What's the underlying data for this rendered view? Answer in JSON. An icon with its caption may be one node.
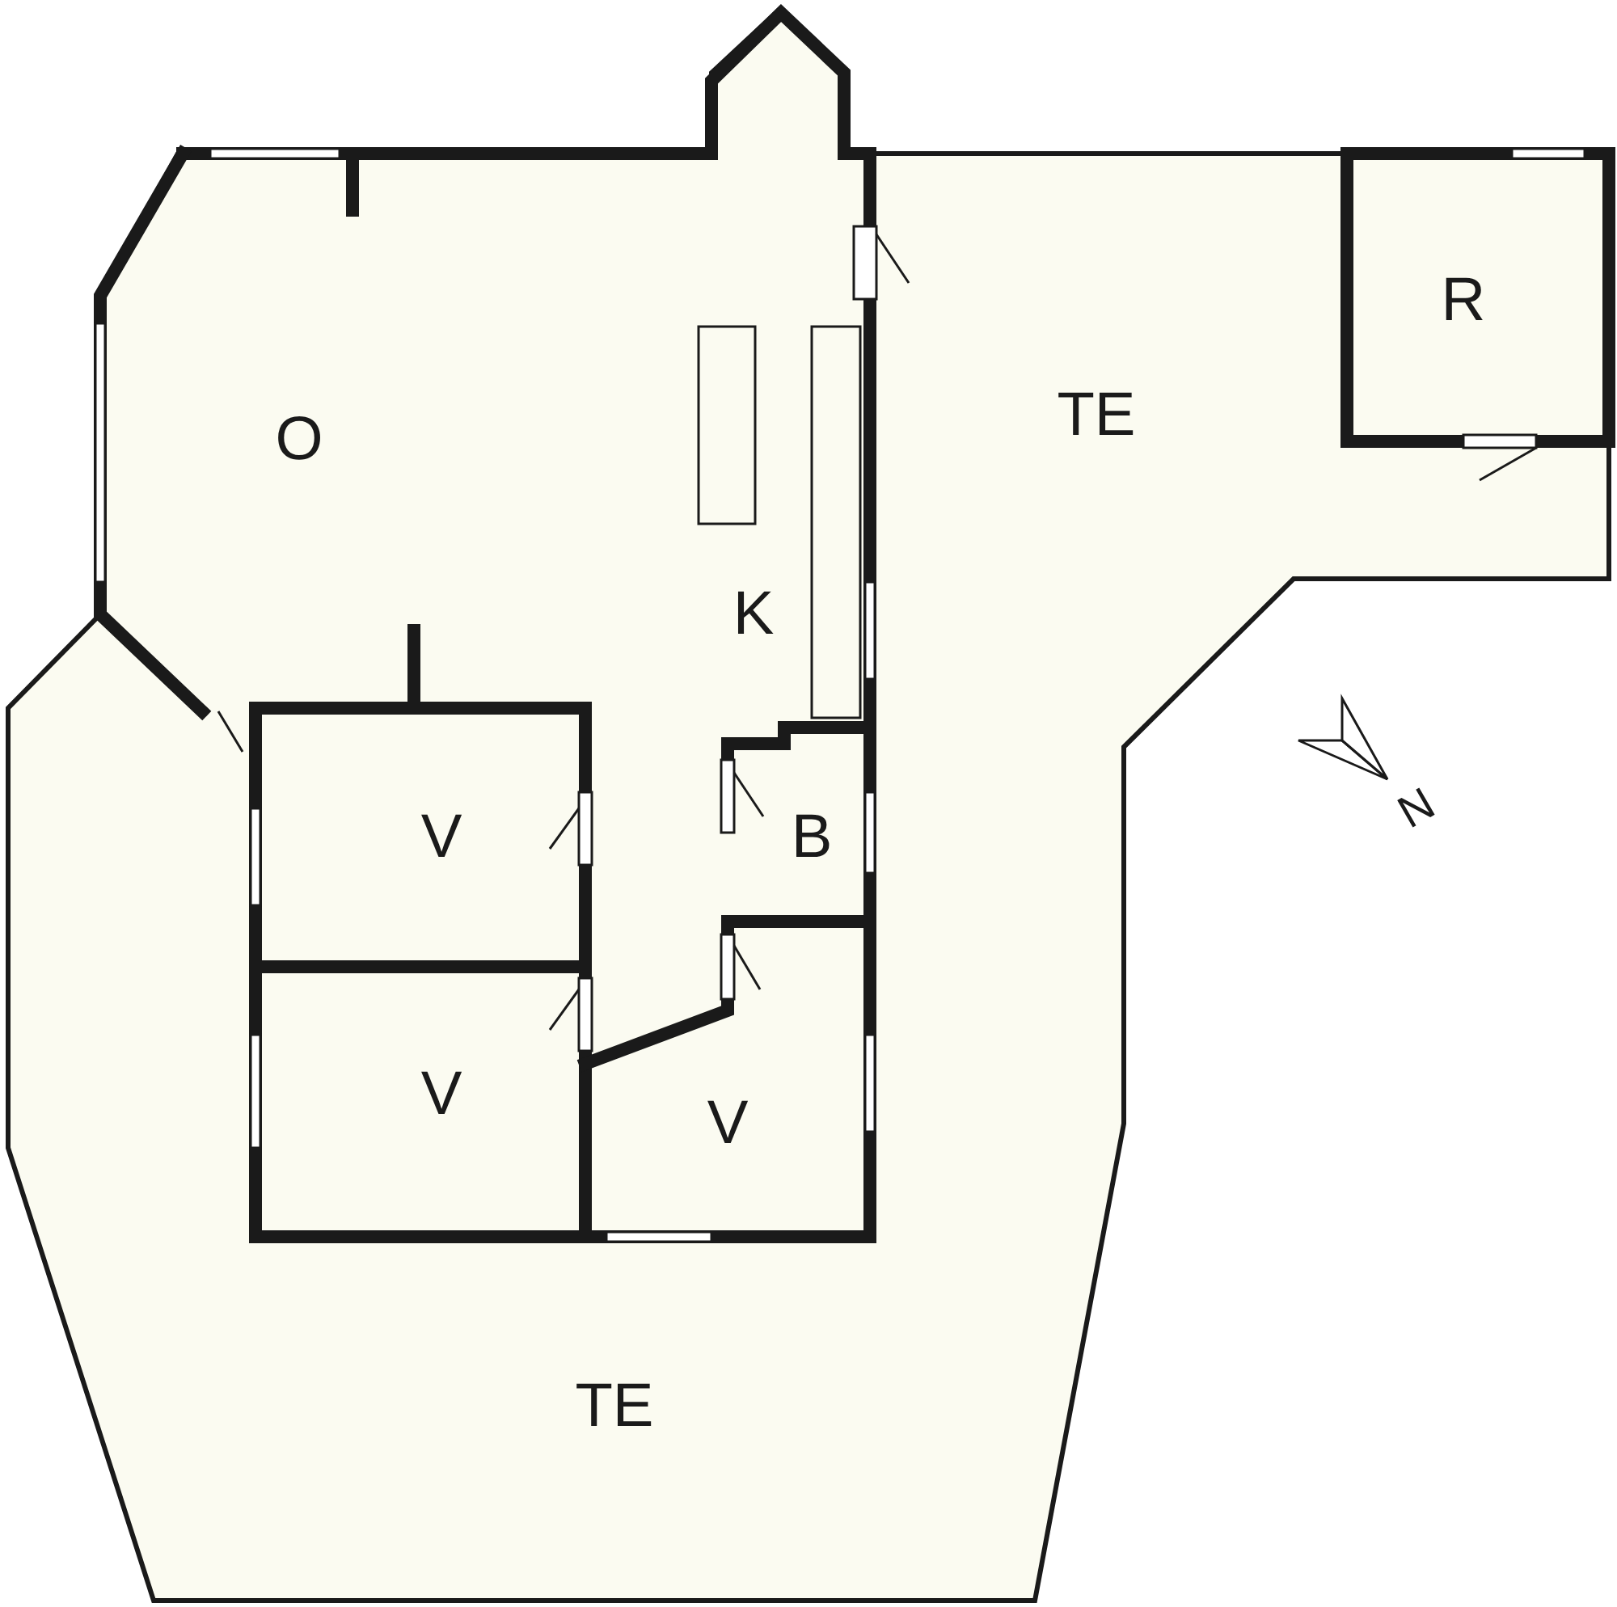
{
  "diagram": {
    "labels": [
      "R",
      "TE",
      "O",
      "K",
      "N",
      "V",
      "B",
      "V",
      "V",
      "TE"
    ]
  }
}
